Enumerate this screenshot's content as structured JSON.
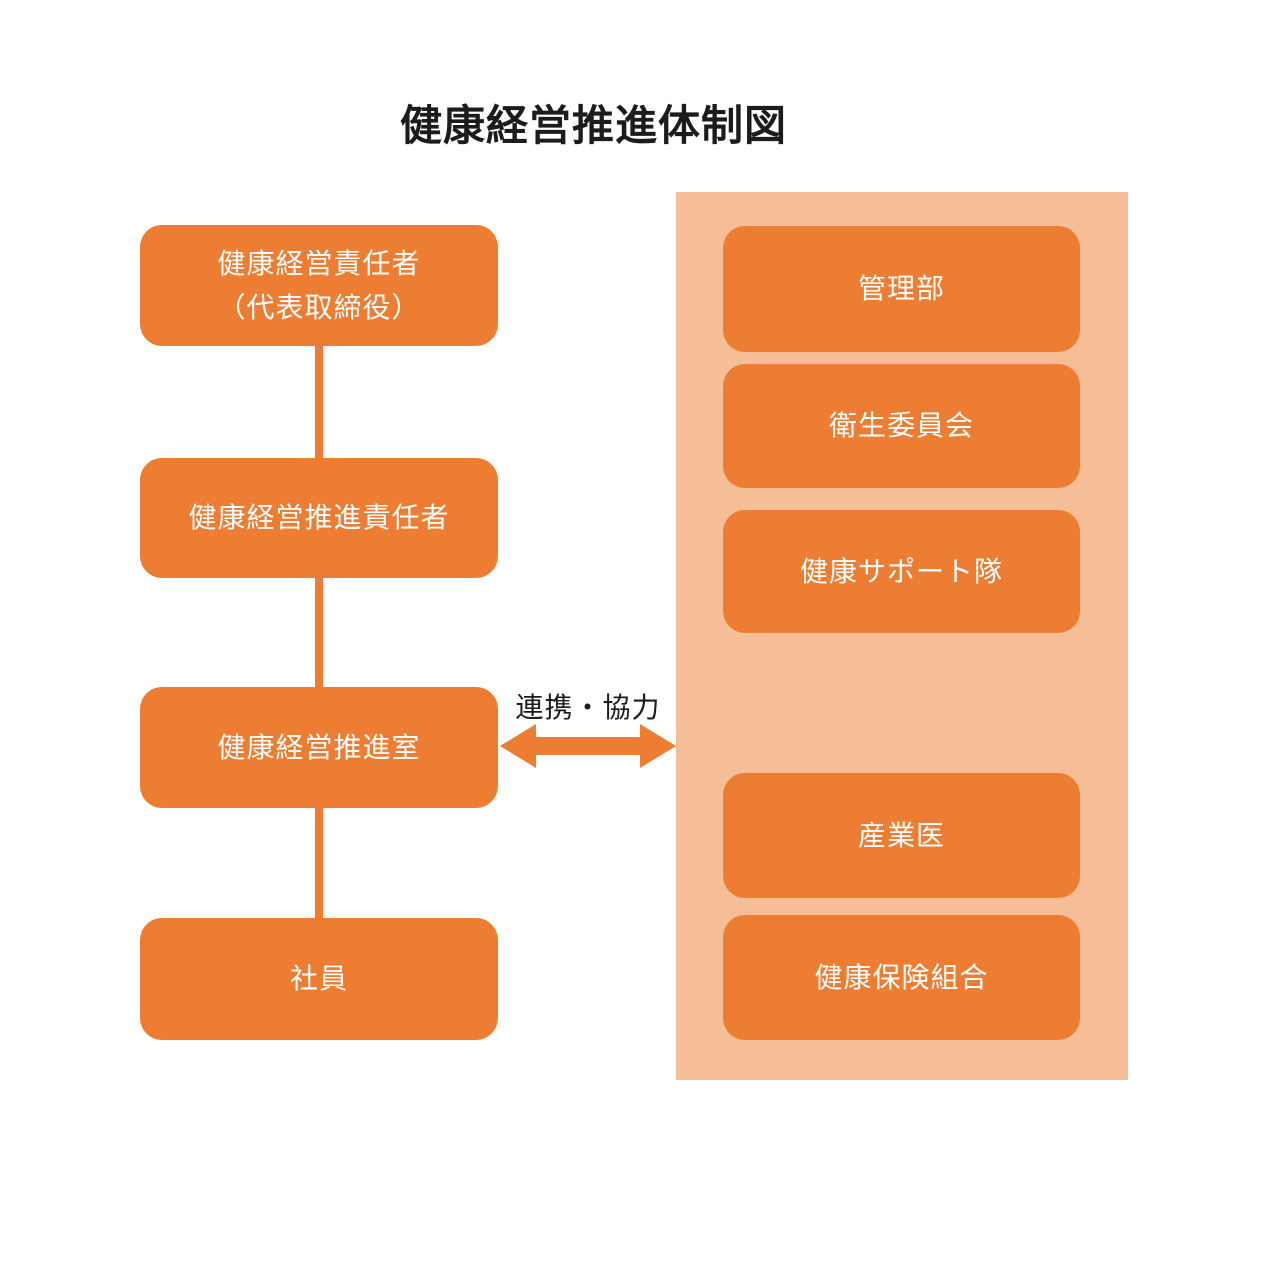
{
  "title": "健康経営推進体制図",
  "colors": {
    "box": "#ED7D32",
    "panel": "#F6BE96",
    "box-text": "#FFFFFF",
    "text": "#1C1C1C"
  },
  "left_column": {
    "nodes": [
      {
        "id": "health-management-officer",
        "label": "健康経営責任者\n（代表取締役）"
      },
      {
        "id": "health-management-promotion-officer",
        "label": "健康経営推進責任者"
      },
      {
        "id": "health-management-promotion-office",
        "label": "健康経営推進室"
      },
      {
        "id": "employees",
        "label": "社員"
      }
    ]
  },
  "link": {
    "label": "連携・協力",
    "arrow": "bidirectional-horizontal-arrow"
  },
  "right_panel": {
    "nodes": [
      {
        "id": "administration-department",
        "label": "管理部"
      },
      {
        "id": "hygiene-committee",
        "label": "衛生委員会"
      },
      {
        "id": "health-support-team",
        "label": "健康サポート隊"
      },
      {
        "id": "occupational-physician",
        "label": "産業医"
      },
      {
        "id": "health-insurance-association",
        "label": "健康保険組合"
      }
    ]
  }
}
